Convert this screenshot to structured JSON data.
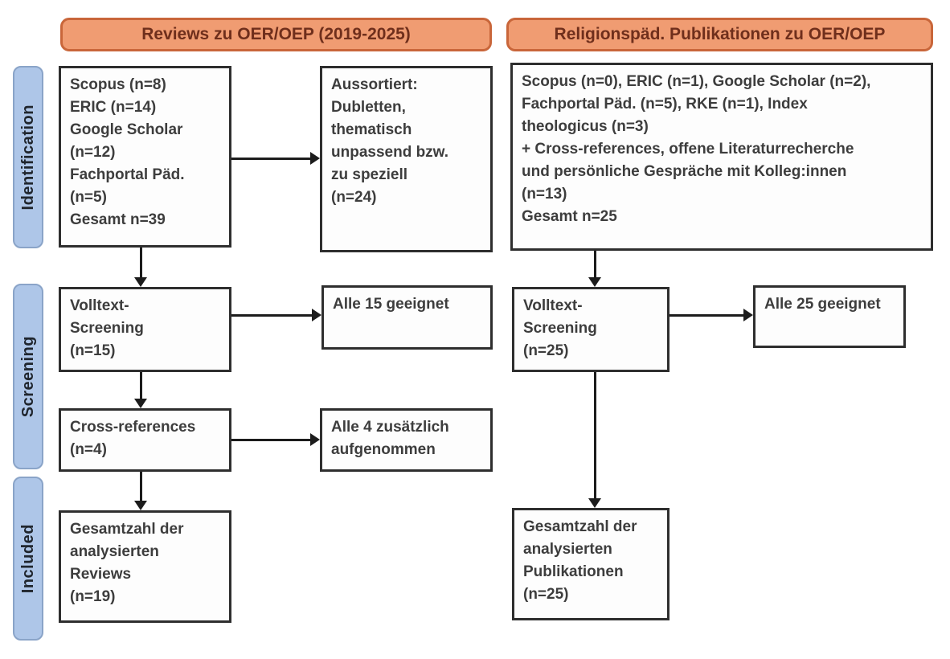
{
  "diagram_type": "prisma-flow",
  "headers": {
    "left": "Reviews zu OER/OEP (2019-2025)",
    "right": "Religionspäd. Publikationen zu OER/OEP"
  },
  "stages": {
    "identification": "Identification",
    "screening": "Screening",
    "included": "Included"
  },
  "boxes": {
    "left_sources": "Scopus (n=8)\nERIC (n=14)\nGoogle Scholar\n(n=12)\nFachportal Päd.\n(n=5)\nGesamt n=39",
    "left_excluded": "Aussortiert:\nDubletten,\nthematisch\nunpassend bzw.\nzu speziell\n(n=24)",
    "left_fulltext_screening": "Volltext-\nScreening\n(n=15)",
    "left_fulltext_result": "Alle 15 geeignet",
    "left_cross_references": "Cross-references\n(n=4)",
    "left_cross_references_result": "Alle 4 zusätzlich\naufgenommen",
    "left_included_total": "Gesamtzahl der\nanalysierten\nReviews\n(n=19)",
    "right_sources": "Scopus (n=0), ERIC (n=1), Google Scholar (n=2),\nFachportal Päd. (n=5), RKE (n=1), Index\ntheologicus (n=3)\n+ Cross-references, offene Literaturrecherche\nund persönliche Gespräche mit Kolleg:innen\n(n=13)\nGesamt n=25",
    "right_fulltext_screening": "Volltext-\nScreening\n(n=25)",
    "right_fulltext_result": "Alle 25 geeignet",
    "right_included_total": "Gesamtzahl der\nanalysierten\nPublikationen\n(n=25)"
  },
  "colors": {
    "header_fill": "#f09c72",
    "header_border": "#c9663a",
    "header_text": "#6f2f1c",
    "stage_fill": "#aec6e8",
    "stage_border": "#8aa4c8",
    "box_border": "#2e2e2e",
    "box_text": "#3d3d3d",
    "arrow": "#1c1c1c",
    "background": "#ffffff"
  }
}
